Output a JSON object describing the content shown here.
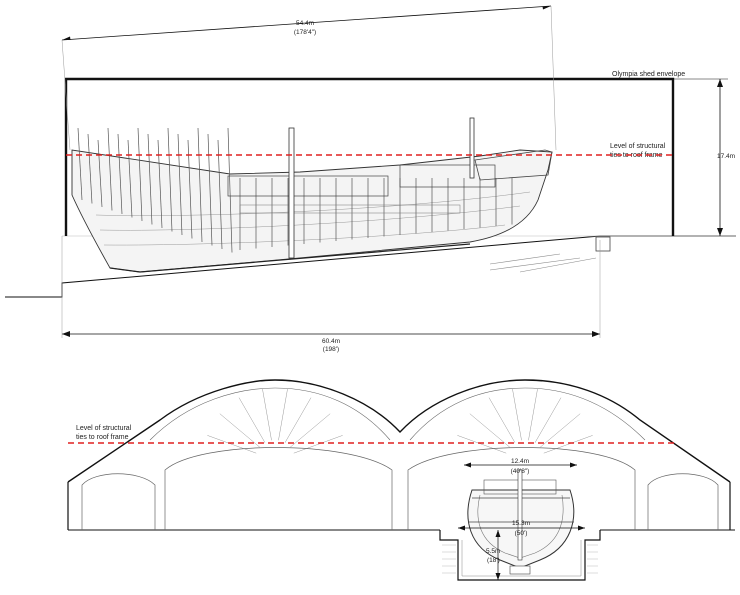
{
  "elevation": {
    "dim_top": {
      "metric": "54.4m",
      "imperial": "(178'4\")"
    },
    "shed_label": "Olympia shed envelope",
    "ties_label": [
      "Level of structural",
      "ties to roof frame"
    ],
    "height_dim": "17.4m",
    "dim_bottom": {
      "metric": "60.4m",
      "imperial": "(198')"
    }
  },
  "section": {
    "ties_label": [
      "Level of structural",
      "ties to roof frame"
    ],
    "beam_dim": {
      "metric": "12.4m",
      "imperial": "(40'8\")"
    },
    "width_dim": {
      "metric": "15.3m",
      "imperial": "(50')"
    },
    "depth_dim": {
      "metric": "5.5m",
      "imperial": "(18')"
    }
  },
  "colors": {
    "ties_line": "#e02020",
    "ink": "#111111"
  }
}
